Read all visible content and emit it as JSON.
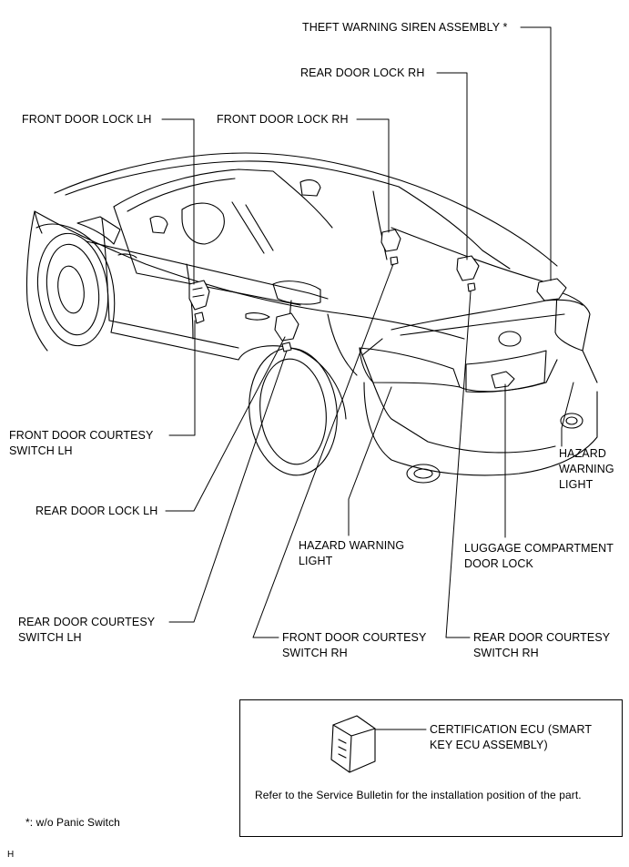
{
  "labels": {
    "theft_siren": "THEFT WARNING SIREN ASSEMBLY *",
    "rear_door_lock_rh": "REAR DOOR LOCK RH",
    "front_door_lock_lh": "FRONT DOOR LOCK LH",
    "front_door_lock_rh": "FRONT DOOR LOCK RH",
    "front_courtesy_lh": [
      "FRONT DOOR COURTESY",
      "SWITCH LH"
    ],
    "hazard_right": [
      "HAZARD",
      "WARNING",
      "LIGHT"
    ],
    "rear_door_lock_lh": "REAR DOOR LOCK LH",
    "hazard_center": [
      "HAZARD WARNING",
      "LIGHT"
    ],
    "luggage_lock": [
      "LUGGAGE COMPARTMENT",
      "DOOR LOCK"
    ],
    "rear_courtesy_lh": [
      "REAR DOOR COURTESY",
      "SWITCH LH"
    ],
    "front_courtesy_rh": [
      "FRONT DOOR COURTESY",
      "SWITCH RH"
    ],
    "rear_courtesy_rh": [
      "REAR DOOR COURTESY",
      "SWITCH RH"
    ],
    "certification_ecu": [
      "CERTIFICATION ECU (SMART",
      "KEY ECU ASSEMBLY)"
    ]
  },
  "reference_note": "Refer to the Service Bulletin for the installation position of the part.",
  "footnote": "*: w/o Panic Switch",
  "figure_code": "H"
}
